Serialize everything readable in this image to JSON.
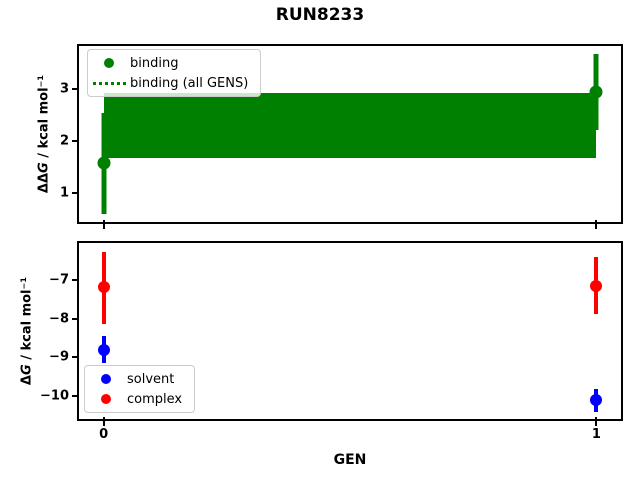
{
  "title": "RUN8233",
  "xlabel": "GEN",
  "colors": {
    "binding": "#008000",
    "solvent": "#0000ff",
    "complex": "#ff0000",
    "axis": "#000000",
    "legend_edge": "#cccccc"
  },
  "chart_data": [
    {
      "type": "errorbar-line",
      "panel": "top",
      "ylabel_prefix": "ΔΔ",
      "ylabel_g": "G",
      "ylabel_rest": " / kcal mol⁻¹",
      "xlim": [
        -0.05,
        1.05
      ],
      "ylim": [
        0.45,
        3.83
      ],
      "grid": false,
      "yticks": [
        {
          "v": 3,
          "label": "3"
        },
        {
          "v": 2,
          "label": "2"
        },
        {
          "v": 1,
          "label": "1"
        }
      ],
      "xticks": [
        {
          "v": 0,
          "label": "0"
        },
        {
          "v": 1,
          "label": "1"
        }
      ],
      "show_xtick_labels": false,
      "band": {
        "label": "binding (all GENS)",
        "x0": 0,
        "x1": 1,
        "lo": 1.67,
        "hi": 2.93,
        "color": "#008000"
      },
      "series": [
        {
          "name": "binding",
          "color": "#008000",
          "marker_size": 13,
          "line_width": 5,
          "points": [
            {
              "x": 0,
              "y": 1.58,
              "err_lo": 0.61,
              "err_hi": 2.55
            },
            {
              "x": 1,
              "y": 2.94,
              "err_lo": 2.21,
              "err_hi": 3.67
            }
          ]
        }
      ],
      "legend": {
        "position": "upper left",
        "entries": [
          {
            "label": "binding",
            "marker": "dot",
            "color": "#008000"
          },
          {
            "label": "binding (all GENS)",
            "marker": "dotted-line",
            "color": "#008000"
          }
        ]
      }
    },
    {
      "type": "errorbar",
      "panel": "bottom",
      "ylabel_prefix": "Δ",
      "ylabel_g": "G",
      "ylabel_rest": " / kcal mol⁻¹",
      "xlim": [
        -0.05,
        1.05
      ],
      "ylim": [
        -10.58,
        -6.06
      ],
      "grid": false,
      "yticks": [
        {
          "v": -7,
          "label": "−7"
        },
        {
          "v": -8,
          "label": "−8"
        },
        {
          "v": -9,
          "label": "−9"
        },
        {
          "v": -10,
          "label": "−10"
        }
      ],
      "xticks": [
        {
          "v": 0,
          "label": "0"
        },
        {
          "v": 1,
          "label": "1"
        }
      ],
      "show_xtick_labels": true,
      "band": null,
      "series": [
        {
          "name": "solvent",
          "color": "#0000ff",
          "marker_size": 12,
          "line_width": 4,
          "points": [
            {
              "x": 0,
              "y": -8.8,
              "err_lo": -9.15,
              "err_hi": -8.45
            },
            {
              "x": 1,
              "y": -10.1,
              "err_lo": -10.4,
              "err_hi": -9.8
            }
          ]
        },
        {
          "name": "complex",
          "color": "#ff0000",
          "marker_size": 12,
          "line_width": 4,
          "points": [
            {
              "x": 0,
              "y": -7.2,
              "err_lo": -8.15,
              "err_hi": -6.3
            },
            {
              "x": 1,
              "y": -7.16,
              "err_lo": -7.88,
              "err_hi": -6.42
            }
          ]
        }
      ],
      "legend": {
        "position": "lower left",
        "entries": [
          {
            "label": "solvent",
            "marker": "dot",
            "color": "#0000ff"
          },
          {
            "label": "complex",
            "marker": "dot",
            "color": "#ff0000"
          }
        ]
      }
    }
  ]
}
